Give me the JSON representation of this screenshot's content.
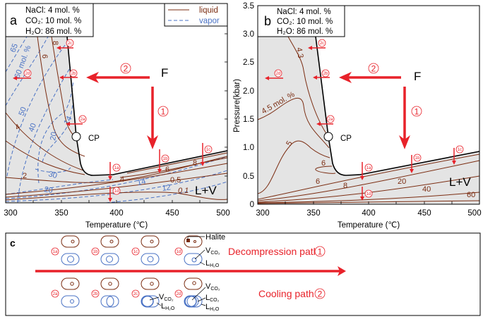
{
  "panel_a": {
    "label": "a",
    "composition": {
      "nacl": "NaCl:  4 mol. %",
      "co2": "CO₂:  10 mol. %",
      "h2o": "H₂O:  86 mol. %"
    },
    "legend": {
      "liquid": "liquid",
      "vapor": "vapor"
    },
    "x_ticks": [
      "300",
      "350",
      "400",
      "450",
      "500"
    ],
    "x_label": "Temperature (℃)",
    "point_f": "F",
    "critical_point": "CP",
    "region": "L+V",
    "path_cooling": "2",
    "path_decompression": "1",
    "markers": {
      "m2c": "2c",
      "m2b": "2b",
      "m2d": "2d",
      "m2a": "2a",
      "m1a": "1a",
      "m1b": "1b",
      "m1c": "1c",
      "m1d": "1d"
    },
    "liquid_isopleths": [
      "8",
      "6",
      "4",
      "2",
      "4",
      "6",
      "0.5",
      "0.1",
      "8"
    ],
    "vapor_isopleths": [
      "65",
      "60 mol. %",
      "50",
      "40",
      "20-",
      "14",
      "30",
      "20",
      "14",
      "12"
    ]
  },
  "panel_b": {
    "label": "b",
    "composition": {
      "nacl": "NaCl:  4 mol. %",
      "co2": "CO₂:  10 mol. %",
      "h2o": "H₂O:  86 mol. %"
    },
    "x_ticks": [
      "300",
      "350",
      "400",
      "450",
      "500"
    ],
    "x_label": "Temperature (℃)",
    "y_ticks": [
      "0",
      "0.5",
      "1.0",
      "1.5",
      "2.0",
      "2.5",
      "3.0",
      "3.5"
    ],
    "y_label": "Pressure(kbar)",
    "point_f": "F",
    "critical_point": "CP",
    "region": "L+V",
    "path_cooling": "2",
    "path_decompression": "1",
    "markers": {
      "m2c": "2c",
      "m2b": "2b",
      "m2d": "2d",
      "m2a": "2a",
      "m1a": "1a",
      "m1b": "1b",
      "m1c": "1c",
      "m1d": "1d"
    },
    "liquid_isopleths": [
      "4.3",
      "4.5 mol. %",
      "5",
      "6",
      "6",
      "8",
      "20",
      "40",
      "60"
    ]
  },
  "panel_c": {
    "label": "c",
    "row1_markers": [
      "1a",
      "1b",
      "1c",
      "1d"
    ],
    "row2_markers": [
      "2a",
      "2b",
      "2c",
      "2d"
    ],
    "halite": "Halite",
    "decompression_path": "Decompression path",
    "decompression_num": "1",
    "cooling_path": "Cooling path",
    "cooling_num": "2",
    "phases": {
      "v": "V",
      "l": "L",
      "co2": "CO₂",
      "h2o": "H₂O"
    }
  }
}
